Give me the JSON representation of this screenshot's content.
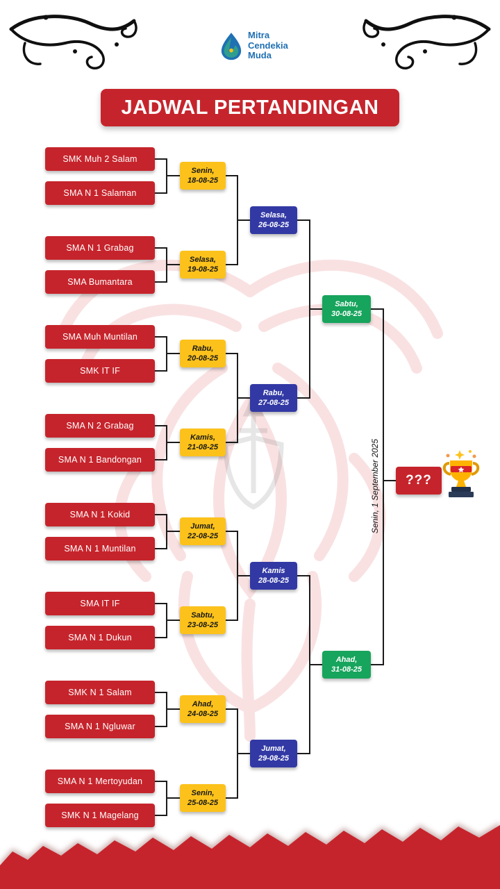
{
  "poster": {
    "brand": "Mitra Cendekia Muda",
    "title": "JADWAL PERTANDINGAN"
  },
  "bracket": {
    "round1": [
      {
        "team1": "SMK Muh 2 Salam",
        "team2": "SMA N 1 Salaman",
        "day": "Senin,",
        "date": "18-08-25"
      },
      {
        "team1": "SMA N 1 Grabag",
        "team2": "SMA Bumantara",
        "day": "Selasa,",
        "date": "19-08-25"
      },
      {
        "team1": "SMA Muh Muntilan",
        "team2": "SMK IT IF",
        "day": "Rabu,",
        "date": "20-08-25"
      },
      {
        "team1": "SMA N 2 Grabag",
        "team2": "SMA N 1 Bandongan",
        "day": "Kamis,",
        "date": "21-08-25"
      },
      {
        "team1": "SMA N 1 Kokid",
        "team2": "SMA N 1 Muntilan",
        "day": "Jumat,",
        "date": "22-08-25"
      },
      {
        "team1": "SMA IT IF",
        "team2": "SMA N 1 Dukun",
        "day": "Sabtu,",
        "date": "23-08-25"
      },
      {
        "team1": "SMK N 1 Salam",
        "team2": "SMA N 1 Ngluwar",
        "day": "Ahad,",
        "date": "24-08-25"
      },
      {
        "team1": "SMA N 1 Mertoyudan",
        "team2": "SMK N 1 Magelang",
        "day": "Senin,",
        "date": "25-08-25"
      }
    ],
    "round2": [
      {
        "day": "Selasa,",
        "date": "26-08-25"
      },
      {
        "day": "Rabu,",
        "date": "27-08-25"
      },
      {
        "day": "Kamis",
        "date": "28-08-25"
      },
      {
        "day": "Jumat,",
        "date": "29-08-25"
      }
    ],
    "round3": [
      {
        "day": "Sabtu,",
        "date": "30-08-25"
      },
      {
        "day": "Ahad,",
        "date": "31-08-25"
      }
    ],
    "final": {
      "placeholder": "???",
      "date_label": "Senin, 1 September 2025"
    }
  },
  "colors": {
    "red": "#C6242C",
    "yellow": "#FCC21B",
    "blue": "#3239A4",
    "green": "#17A45C",
    "logo_blue": "#2070B4"
  }
}
